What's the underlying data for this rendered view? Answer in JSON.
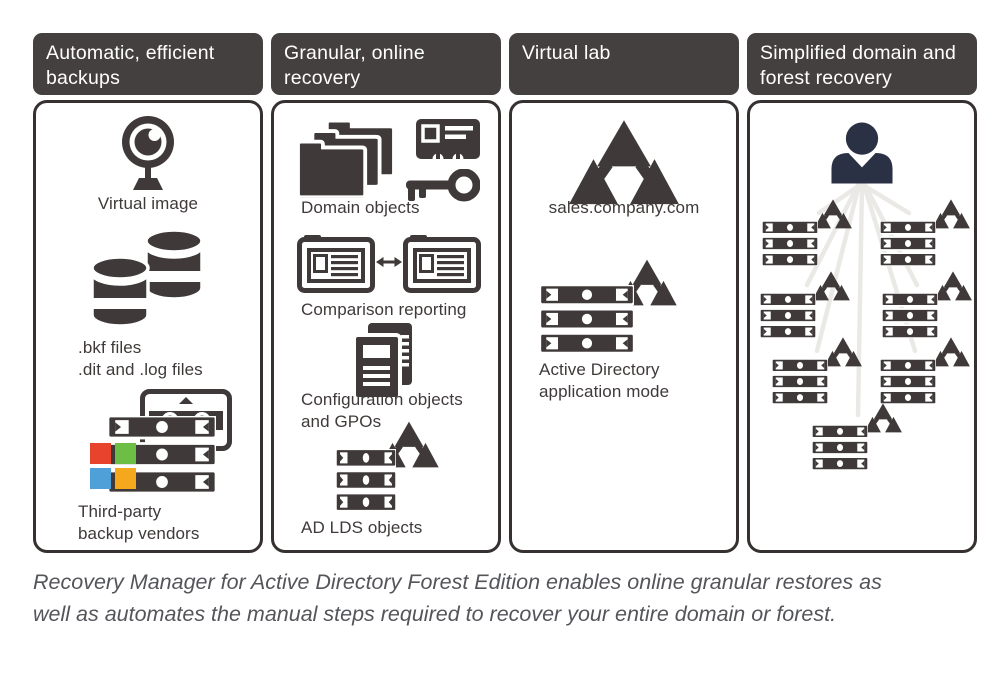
{
  "columns": {
    "backups": {
      "header": "Automatic, efficient backups",
      "labels": {
        "virtual_image": "Virtual image",
        "bkf_line1": ".bkf files",
        "bkf_line2": ".dit and .log files",
        "vendors_line1": "Third-party",
        "vendors_line2": "backup vendors"
      }
    },
    "recovery": {
      "header": "Granular, online recovery",
      "labels": {
        "domain_objects": "Domain objects",
        "comparison": "Comparison reporting",
        "config_line1": "Configuration objects",
        "config_line2": "and GPOs",
        "adlds": "AD LDS objects"
      }
    },
    "virtual_lab": {
      "header": "Virtual lab",
      "labels": {
        "domain": "sales.company.com",
        "adam_line1": "Active Directory",
        "adam_line2": "application mode"
      }
    },
    "forest": {
      "header": "Simplified domain and forest recovery"
    }
  },
  "caption": "Recovery Manager for Active Directory Forest Edition enables online granular restores as well as automates the manual steps required to recover your entire domain or forest.",
  "colors": {
    "header_bg": "#454040",
    "card_border": "#363130",
    "icon": "#3f3a39",
    "label": "#3f3a39",
    "person": "#2b3144",
    "connector": "#ebe9e5",
    "caption": "#54555b",
    "ms_red": "#e8432d",
    "ms_green": "#6cbe45",
    "ms_blue": "#4f9fd9",
    "ms_yellow": "#f6a81c"
  },
  "icon_legend": {
    "webcam-icon": "camera lens on stand (virtual image)",
    "database-cylinders-icon": "two stacked database cylinders",
    "tape-cassette-icon": "backup tape cassette",
    "server-stack-icon": "stack of three server units",
    "microsoft-logo-icon": "four color squares",
    "folders-icon": "three stacked folders",
    "id-card-icon": "identity badge",
    "key-icon": "key",
    "report-window-icon": "report window with text lines",
    "double-arrow-icon": "left-right comparison arrow",
    "documents-icon": "stacked configuration documents",
    "ad-triangles-icon": "Active Directory triangle trio",
    "admin-user-icon": "administrator person silhouette"
  }
}
